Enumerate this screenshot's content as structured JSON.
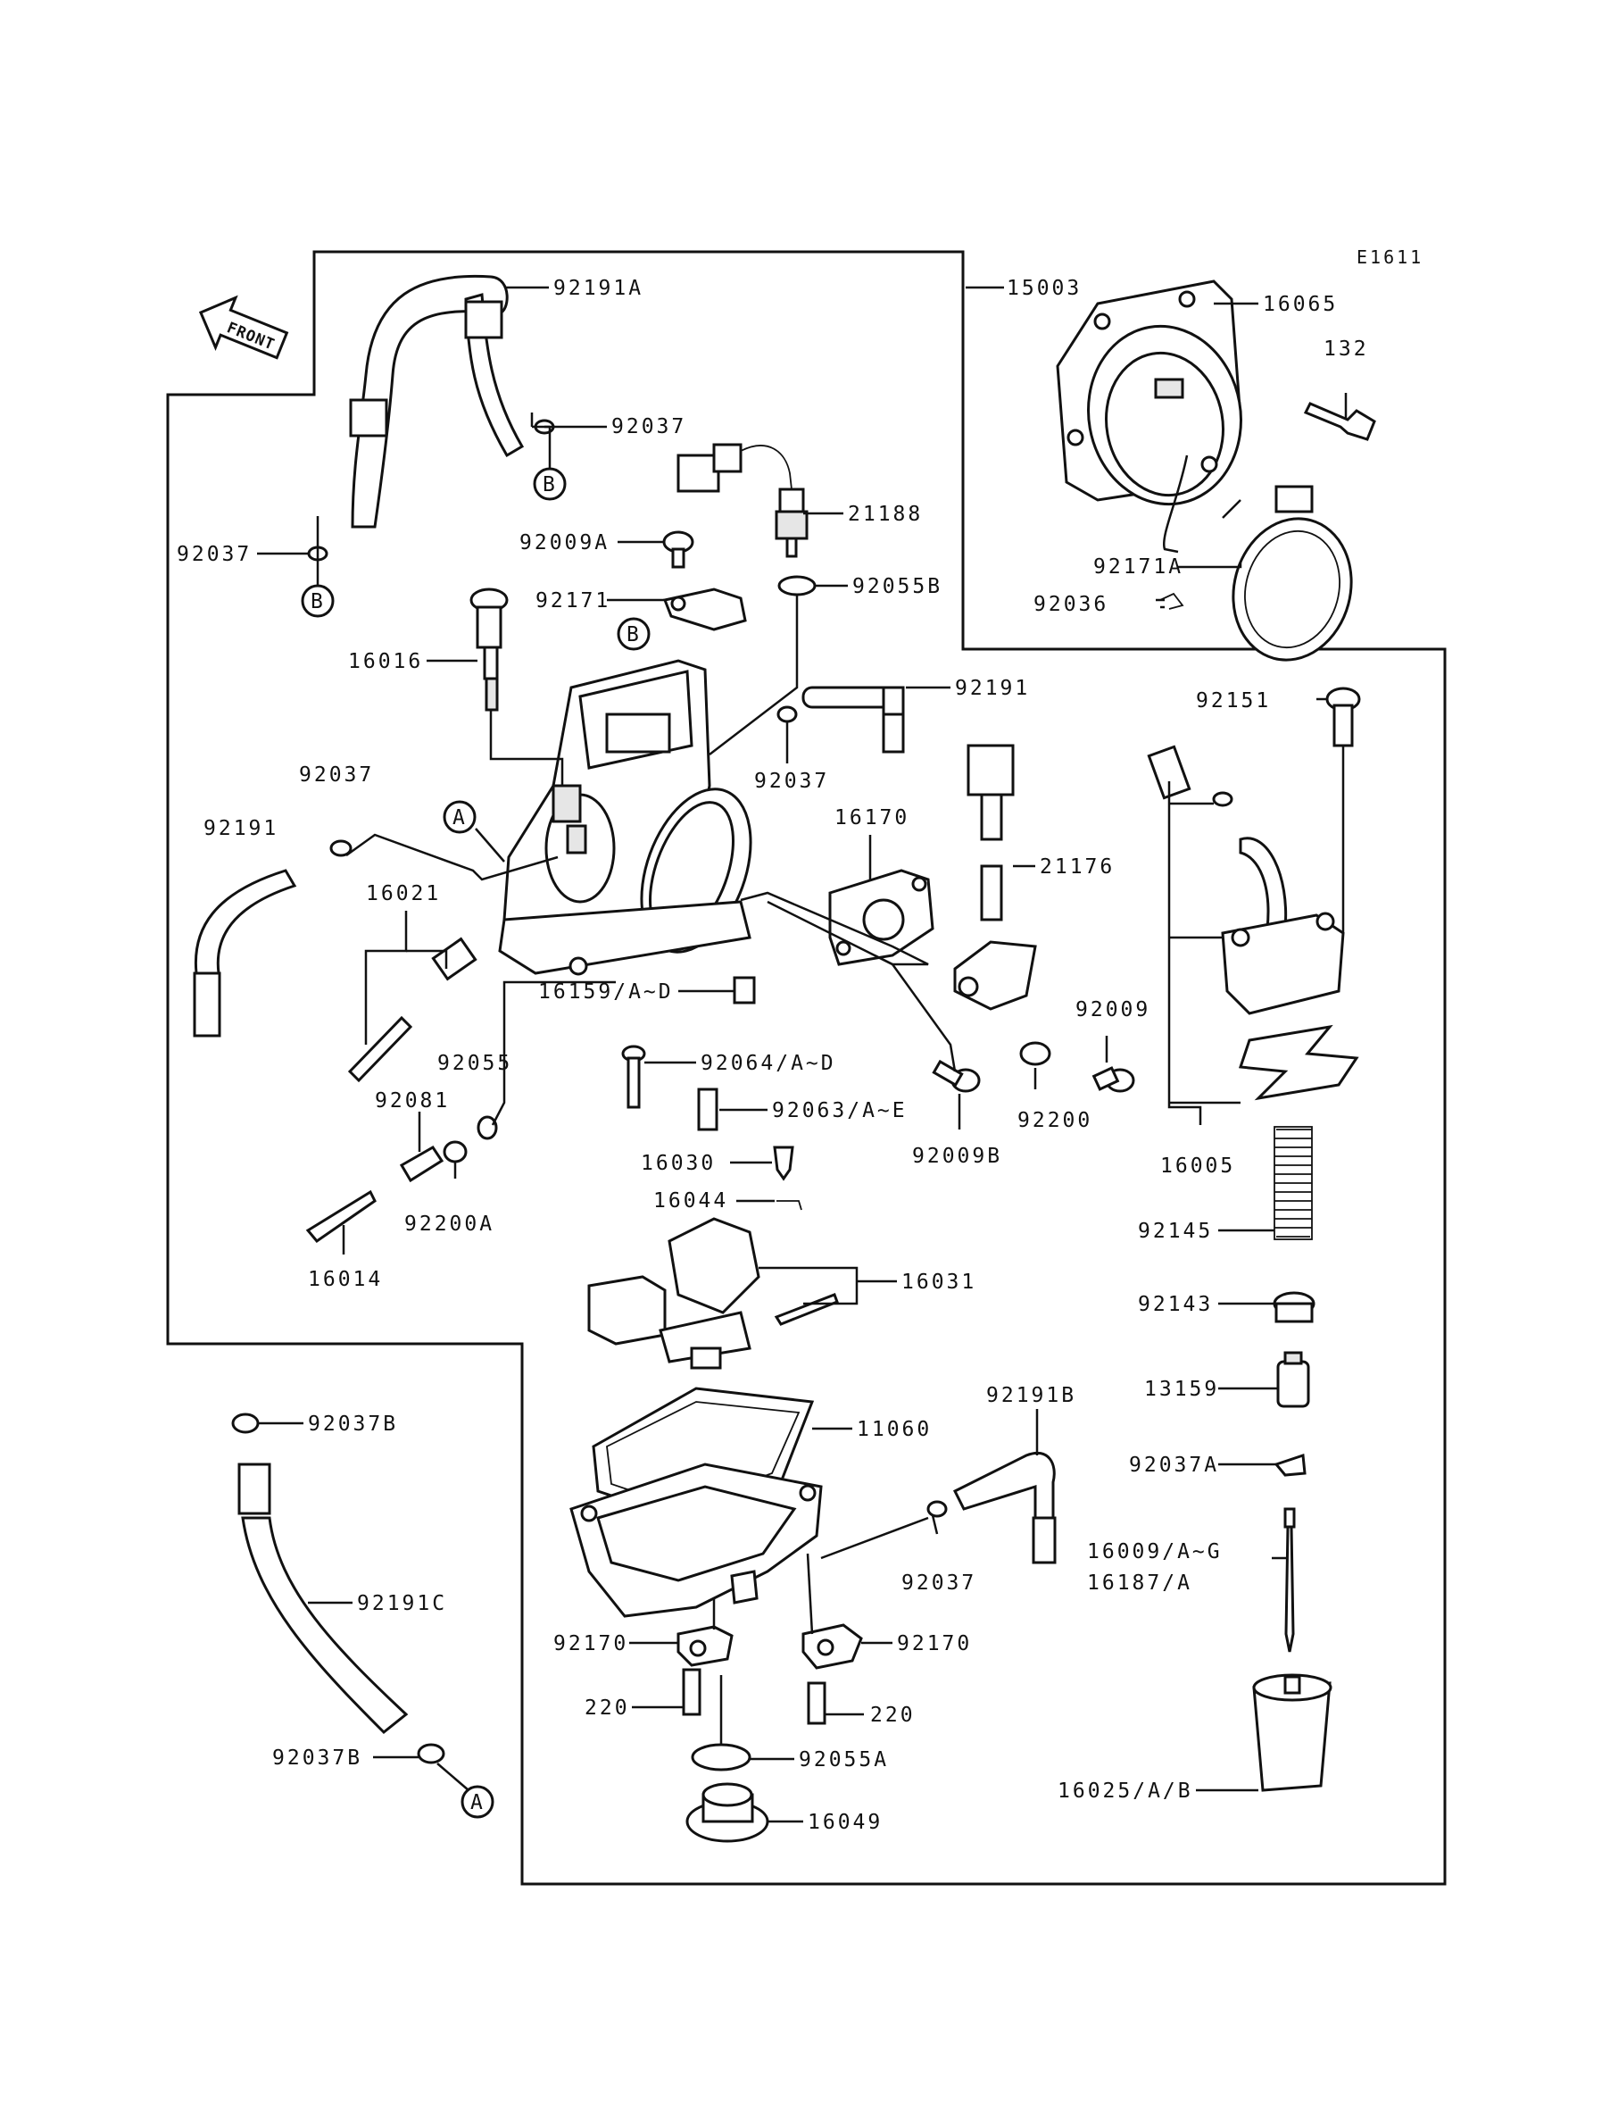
{
  "diagram_code": "E1611",
  "front_label": "FRONT",
  "callout_letters": {
    "a": "A",
    "b": "B"
  },
  "labels": [
    {
      "id": "92191A",
      "text": "92191A"
    },
    {
      "id": "15003",
      "text": "15003"
    },
    {
      "id": "16065",
      "text": "16065"
    },
    {
      "id": "132",
      "text": "132"
    },
    {
      "id": "92037_top",
      "text": "92037"
    },
    {
      "id": "21188",
      "text": "21188"
    },
    {
      "id": "92037_left",
      "text": "92037"
    },
    {
      "id": "92009A",
      "text": "92009A"
    },
    {
      "id": "92171A",
      "text": "92171A"
    },
    {
      "id": "92036",
      "text": "92036"
    },
    {
      "id": "92171",
      "text": "92171"
    },
    {
      "id": "92055B",
      "text": "92055B"
    },
    {
      "id": "16016",
      "text": "16016"
    },
    {
      "id": "92191_mid",
      "text": "92191"
    },
    {
      "id": "92151",
      "text": "92151"
    },
    {
      "id": "92037_a",
      "text": "92037"
    },
    {
      "id": "92037_b",
      "text": "92037"
    },
    {
      "id": "16170",
      "text": "16170"
    },
    {
      "id": "92191_left",
      "text": "92191"
    },
    {
      "id": "21176",
      "text": "21176"
    },
    {
      "id": "16021",
      "text": "16021"
    },
    {
      "id": "16159",
      "text": "16159/A~D"
    },
    {
      "id": "92009",
      "text": "92009"
    },
    {
      "id": "92055",
      "text": "92055"
    },
    {
      "id": "92064",
      "text": "92064/A~D"
    },
    {
      "id": "92081",
      "text": "92081"
    },
    {
      "id": "92063",
      "text": "92063/A~E"
    },
    {
      "id": "92009B",
      "text": "92009B"
    },
    {
      "id": "92200",
      "text": "92200"
    },
    {
      "id": "16030",
      "text": "16030"
    },
    {
      "id": "16005",
      "text": "16005"
    },
    {
      "id": "16044",
      "text": "16044"
    },
    {
      "id": "92200A",
      "text": "92200A"
    },
    {
      "id": "92145",
      "text": "92145"
    },
    {
      "id": "16014",
      "text": "16014"
    },
    {
      "id": "16031",
      "text": "16031"
    },
    {
      "id": "92143",
      "text": "92143"
    },
    {
      "id": "92037B_top",
      "text": "92037B"
    },
    {
      "id": "13159",
      "text": "13159"
    },
    {
      "id": "11060",
      "text": "11060"
    },
    {
      "id": "92191B",
      "text": "92191B"
    },
    {
      "id": "92037A",
      "text": "92037A"
    },
    {
      "id": "92191C",
      "text": "92191C"
    },
    {
      "id": "16009",
      "text": "16009/A~G"
    },
    {
      "id": "16187",
      "text": "16187/A"
    },
    {
      "id": "92037_bottom",
      "text": "92037"
    },
    {
      "id": "92170_left",
      "text": "92170"
    },
    {
      "id": "92170_right",
      "text": "92170"
    },
    {
      "id": "220_left",
      "text": "220"
    },
    {
      "id": "220_right",
      "text": "220"
    },
    {
      "id": "16025",
      "text": "16025/A/B"
    },
    {
      "id": "92037B_bottom",
      "text": "92037B"
    },
    {
      "id": "92055A",
      "text": "92055A"
    },
    {
      "id": "16049",
      "text": "16049"
    }
  ]
}
